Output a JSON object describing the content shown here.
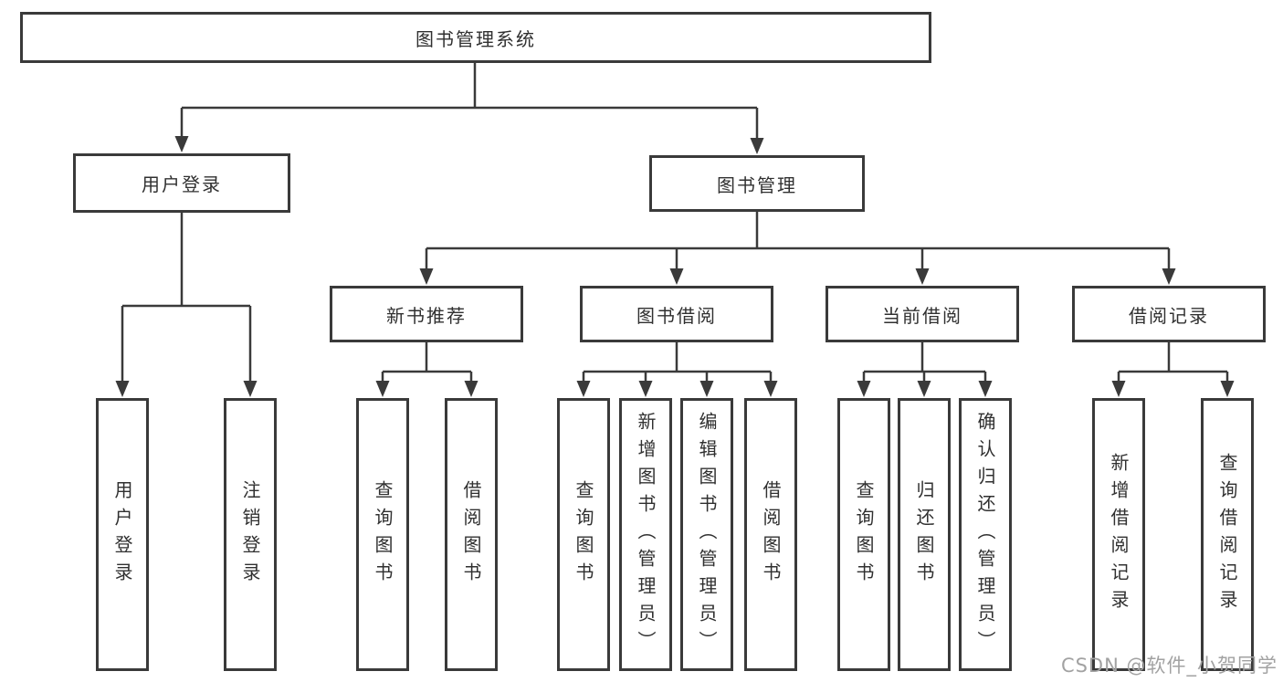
{
  "tree": {
    "root": "图书管理系统",
    "branches": [
      {
        "label": "用户登录",
        "leaves": [
          "用户登录",
          "注销登录"
        ]
      },
      {
        "label": "图书管理",
        "groups": [
          {
            "label": "新书推荐",
            "leaves": [
              "查询图书",
              "借阅图书"
            ]
          },
          {
            "label": "图书借阅",
            "leaves": [
              "查询图书",
              "新增图书（管理员）",
              "编辑图书（管理员）",
              "借阅图书"
            ]
          },
          {
            "label": "当前借阅",
            "leaves": [
              "查询图书",
              "归还图书",
              "确认归还（管理员）"
            ]
          },
          {
            "label": "借阅记录",
            "leaves": [
              "新增借阅记录",
              "查询借阅记录"
            ]
          }
        ]
      }
    ]
  },
  "watermark": "CSDN @软件_小贺同学",
  "colors": {
    "line": "#3a3a3a",
    "text": "#303030",
    "watermark": "#a2a2a2",
    "background": "#ffffff"
  }
}
